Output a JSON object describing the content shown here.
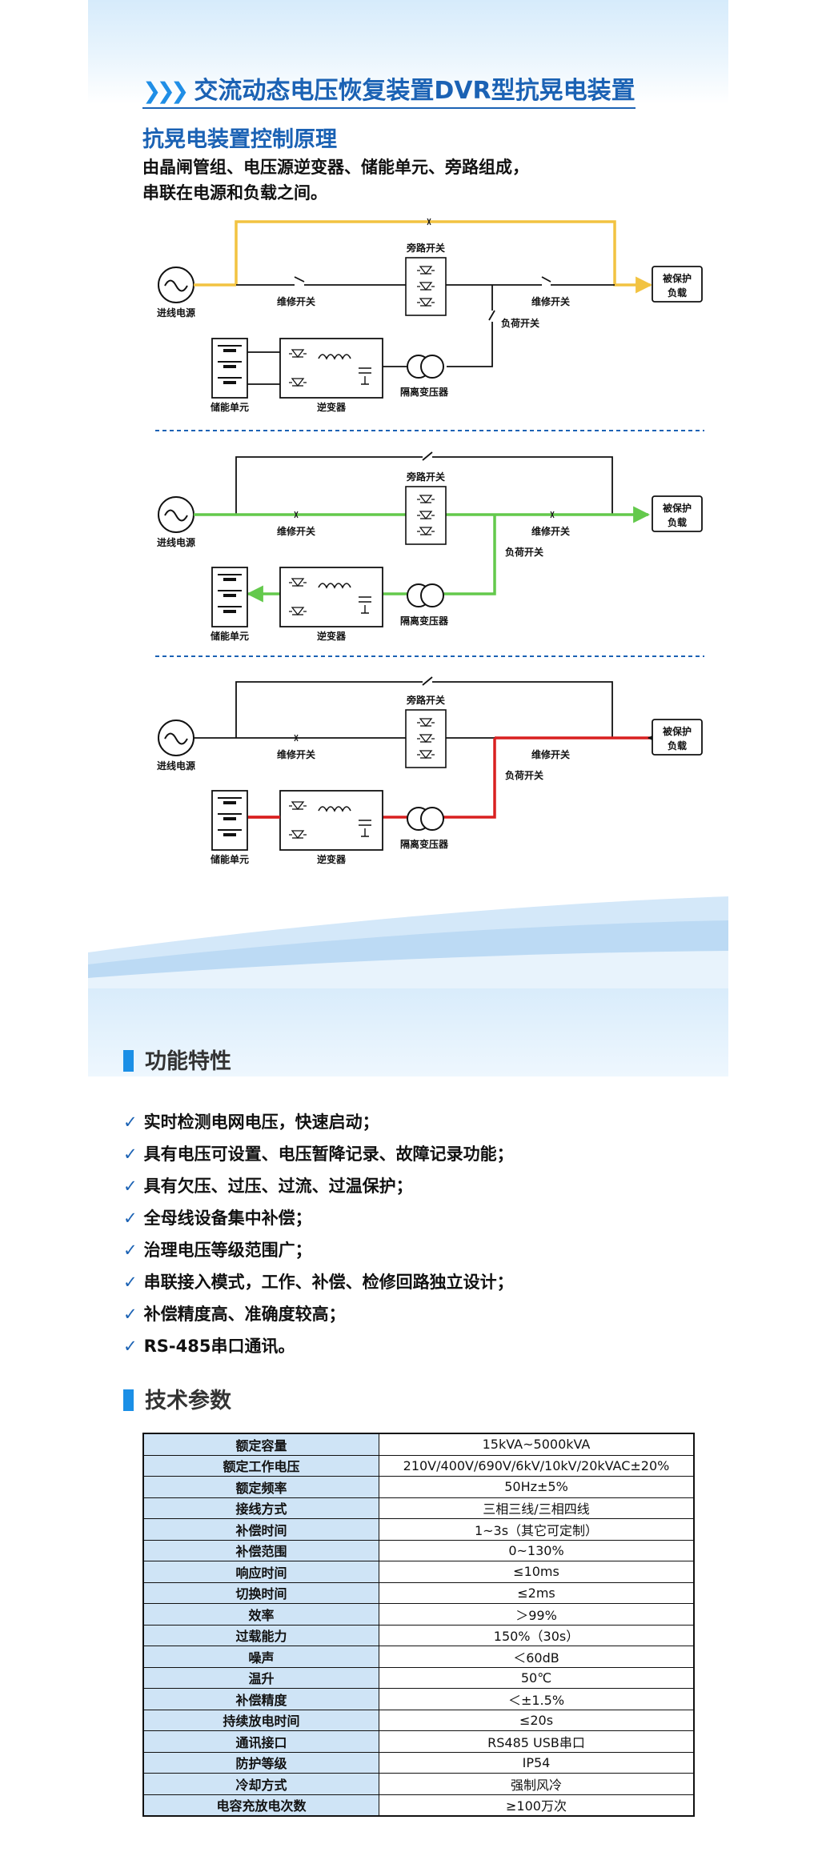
{
  "header": {
    "title": "交流动态电压恢复装置DVR型抗晃电装置",
    "subtitle": "抗晃电装置控制原理",
    "intro": [
      "由晶闸管组、电压源逆变器、储能单元、旁路组成，",
      "串联在电源和负载之间。"
    ]
  },
  "diagram_labels": {
    "source": "进线电源",
    "maint_switch": "维修开关",
    "bypass_switch": "旁路开关",
    "load_switch": "负荷开关",
    "protected_load_1": "被保护",
    "protected_load_2": "负载",
    "storage": "储能单元",
    "inverter": "逆变器",
    "transformer": "隔离变压器"
  },
  "colors": {
    "accent": "#1b62b4",
    "path_normal": "#f2c341",
    "path_charge": "#63c94c",
    "path_discharge": "#d92020",
    "table_label_bg": "#cfe4f6"
  },
  "features_section": {
    "heading": "功能特性",
    "items": [
      "实时检测电网电压，快速启动；",
      "具有电压可设置、电压暂降记录、故障记录功能；",
      "具有欠压、过压、过流、过温保护；",
      "全母线设备集中补偿；",
      "治理电压等级范围广；",
      "串联接入模式，工作、补偿、检修回路独立设计；",
      "补偿精度高、准确度较高；",
      "RS-485串口通讯。"
    ]
  },
  "specs_section": {
    "heading": "技术参数",
    "rows": [
      {
        "label": "额定容量",
        "value": "15kVA~5000kVA"
      },
      {
        "label": "额定工作电压",
        "value": "210V/400V/690V/6kV/10kV/20kVAC±20%"
      },
      {
        "label": "额定频率",
        "value": "50Hz±5%"
      },
      {
        "label": "接线方式",
        "value": "三相三线/三相四线"
      },
      {
        "label": "补偿时间",
        "value": "1~3s（其它可定制）"
      },
      {
        "label": "补偿范围",
        "value": "0~130%"
      },
      {
        "label": "响应时间",
        "value": "≤10ms"
      },
      {
        "label": "切换时间",
        "value": "≤2ms"
      },
      {
        "label": "效率",
        "value": "＞99%"
      },
      {
        "label": "过载能力",
        "value": "150%（30s）"
      },
      {
        "label": "噪声",
        "value": "＜60dB"
      },
      {
        "label": "温升",
        "value": "50℃"
      },
      {
        "label": "补偿精度",
        "value": "＜±1.5%"
      },
      {
        "label": "持续放电时间",
        "value": "≤20s"
      },
      {
        "label": "通讯接口",
        "value": "RS485 USB串口"
      },
      {
        "label": "防护等级",
        "value": "IP54"
      },
      {
        "label": "冷却方式",
        "value": "强制风冷"
      },
      {
        "label": "电容充放电次数",
        "value": "≥100万次"
      }
    ]
  }
}
